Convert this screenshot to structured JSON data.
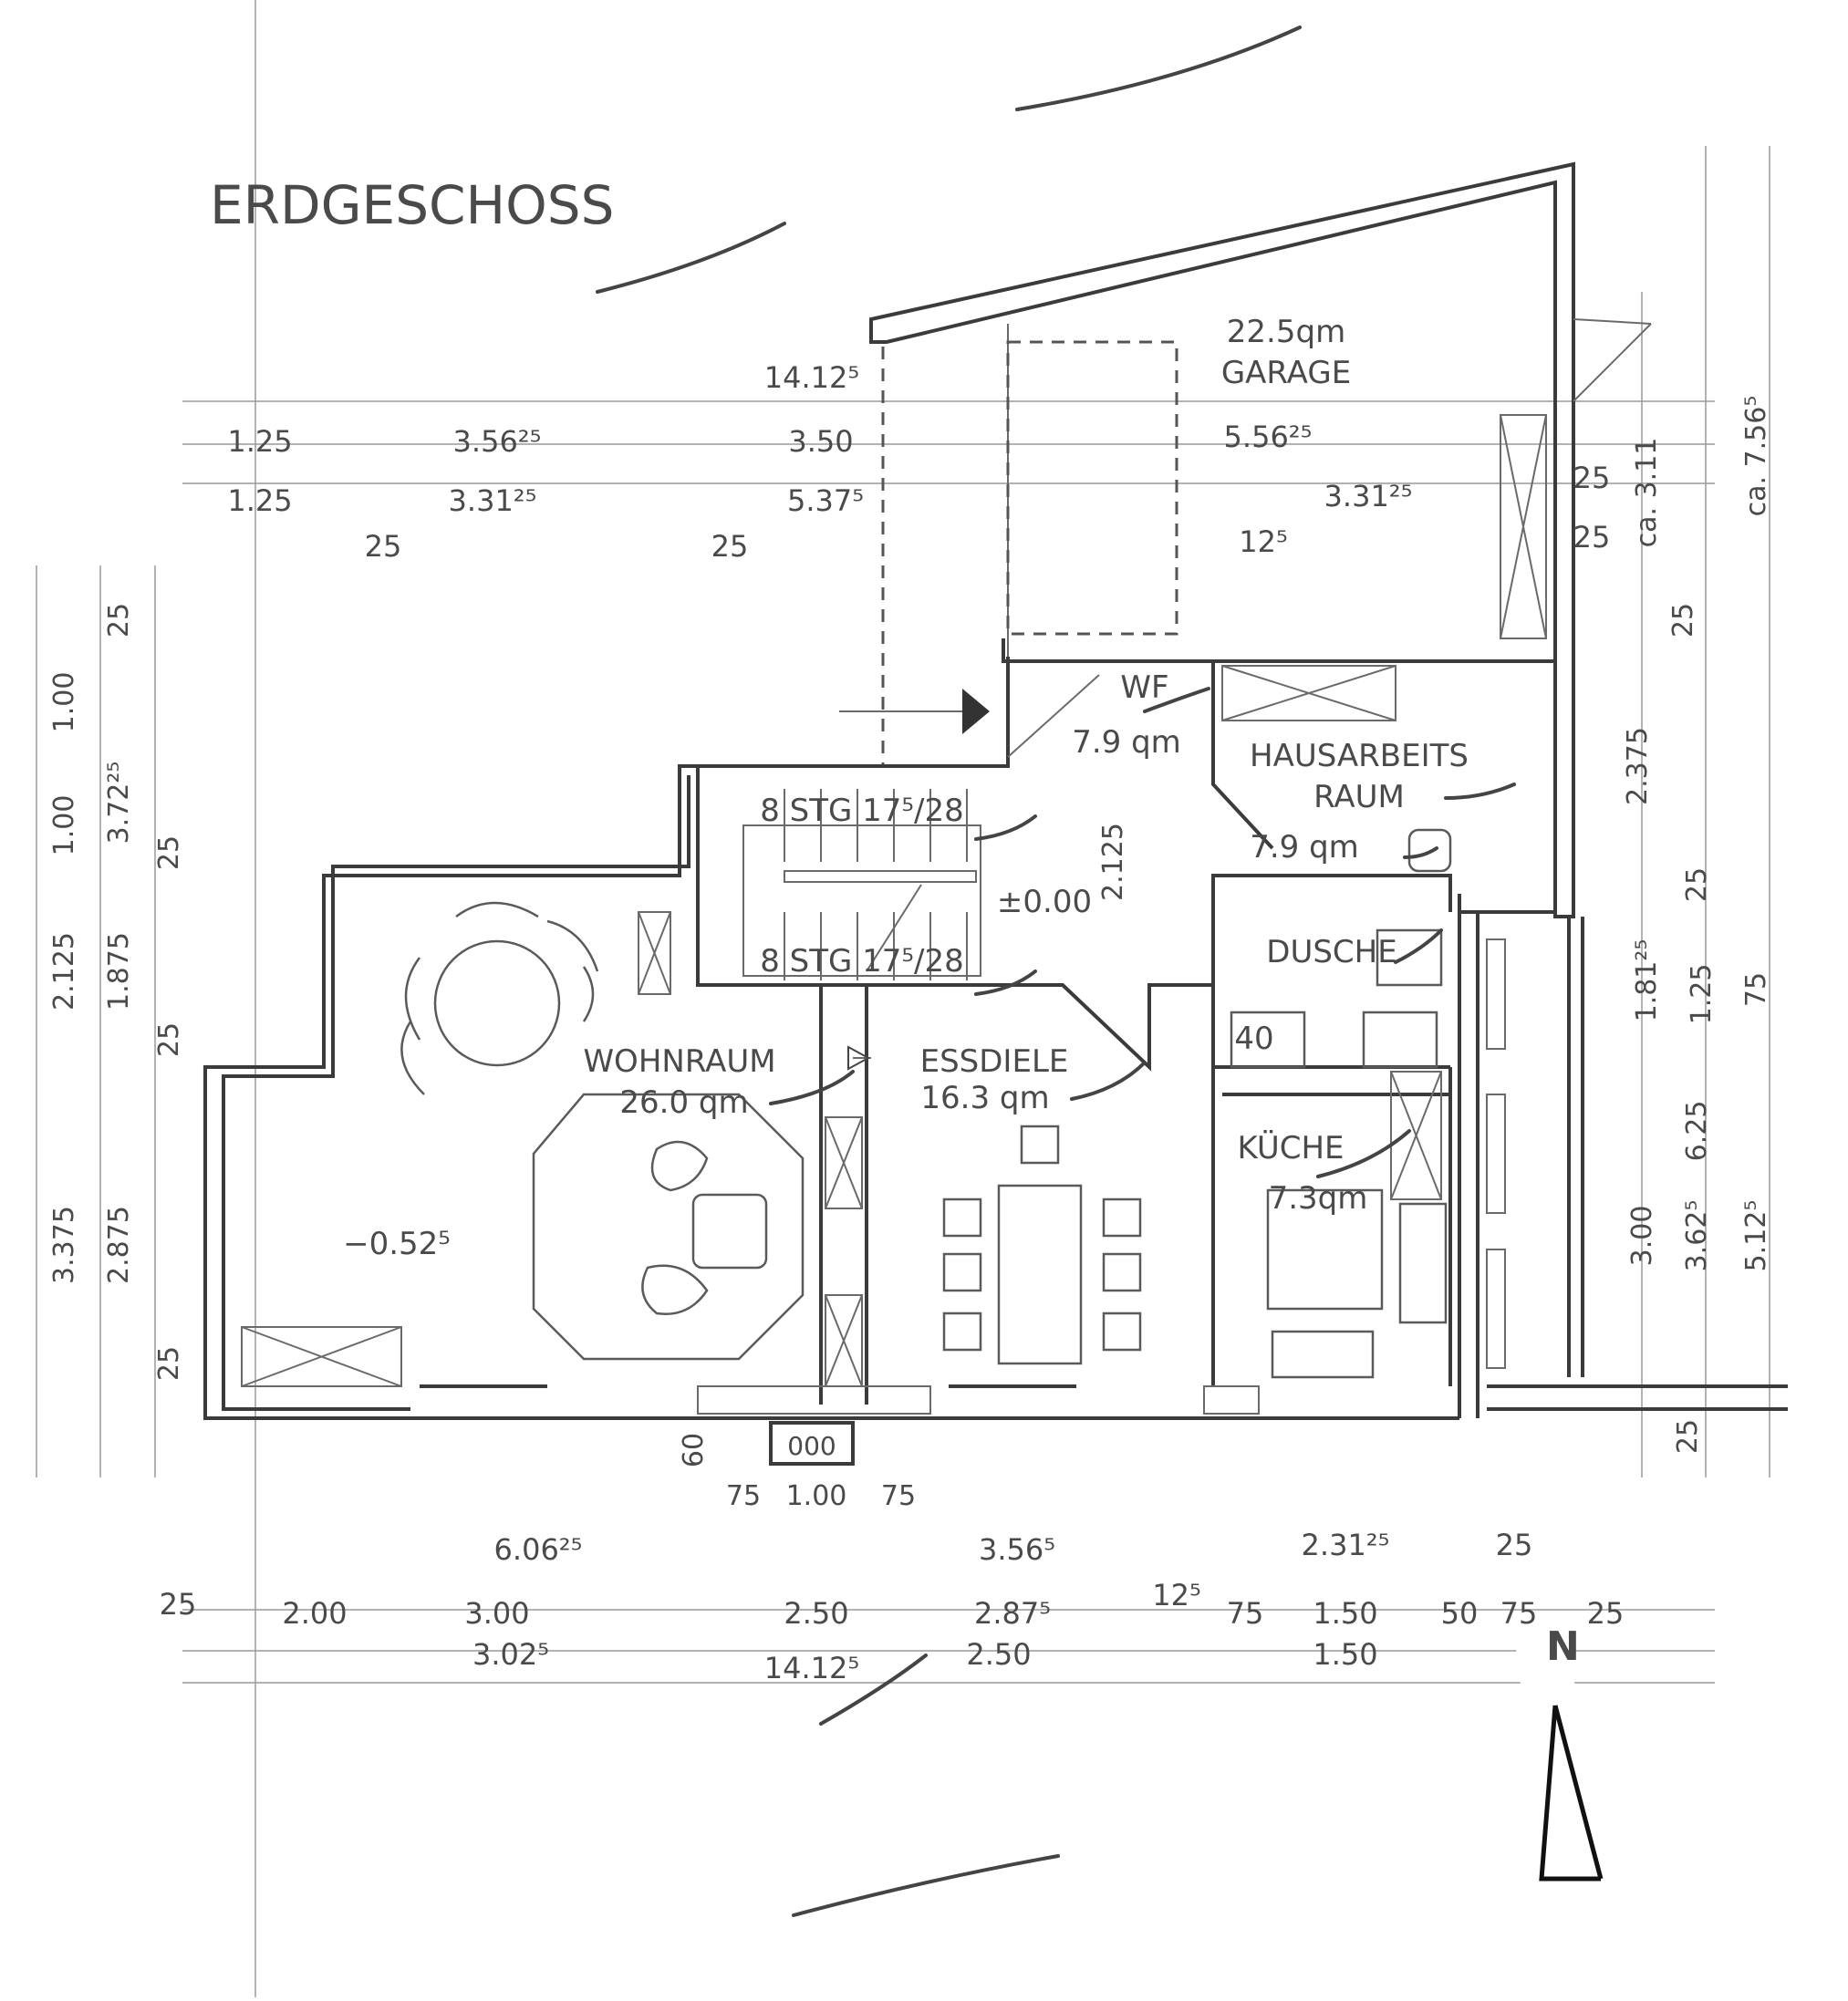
{
  "title": "ERDGESCHOSS",
  "rooms": {
    "garage": {
      "area": "22.5qm",
      "name": "GARAGE"
    },
    "wf": {
      "name": "WF",
      "area": "7.9 qm"
    },
    "hausarbeitsraum": {
      "name1": "HAUSARBEITS",
      "name2": "RAUM",
      "area": "7.9 qm"
    },
    "dusche": {
      "name": "DUSCHE"
    },
    "wohnraum": {
      "name": "WOHNRAUM",
      "area": "26.0 qm"
    },
    "essdiele": {
      "name": "ESSDIELE",
      "area": "16.3 qm"
    },
    "kueche": {
      "name": "KÜCHE",
      "area": "7.3qm"
    }
  },
  "levels": {
    "main": "±0.00",
    "living": "−0.52⁵",
    "shower_tray": "40"
  },
  "stairs": {
    "upper": "8 STG  17⁵/28",
    "lower": "8 STG  17⁵/28"
  },
  "dims_top": {
    "overall": "14.12⁵",
    "row1": [
      "1.25",
      "3.56²⁵",
      "3.50",
      "5.56²⁵"
    ],
    "row2": [
      "1.25",
      "3.31²⁵",
      "5.37⁵",
      "3.31²⁵"
    ],
    "row3": [
      "25",
      "25",
      "12⁵"
    ],
    "right_small": [
      "25",
      "25"
    ]
  },
  "dims_right": [
    "ca. 3.11",
    "ca. 7.56⁵",
    "25",
    "2.375",
    "25",
    "1.81²⁵",
    "1.25",
    "75",
    "3.00",
    "3.62⁵",
    "6.25",
    "5.12⁵",
    "25"
  ],
  "dims_left": [
    "1.00",
    "1.00",
    "3.72²⁵",
    "25",
    "25",
    "2.125",
    "1.875",
    "25",
    "3.375",
    "2.875",
    "25"
  ],
  "dims_stair_mid": "2.125",
  "dims_chimney": {
    "depth": "60",
    "row": [
      "75",
      "1.00",
      "75"
    ]
  },
  "dims_bottom": {
    "row1": [
      "6.06²⁵",
      "3.56⁵",
      "2.31²⁵",
      "25"
    ],
    "row2": [
      "25",
      "2.00",
      "3.00",
      "2.50",
      "2.87⁵",
      "12⁵",
      "75",
      "1.50",
      "50",
      "75",
      "25"
    ],
    "row3": [
      "3.02⁵",
      "2.50",
      "1.50"
    ],
    "overall": "14.12⁵"
  },
  "north": "N",
  "chimney_label": "000"
}
